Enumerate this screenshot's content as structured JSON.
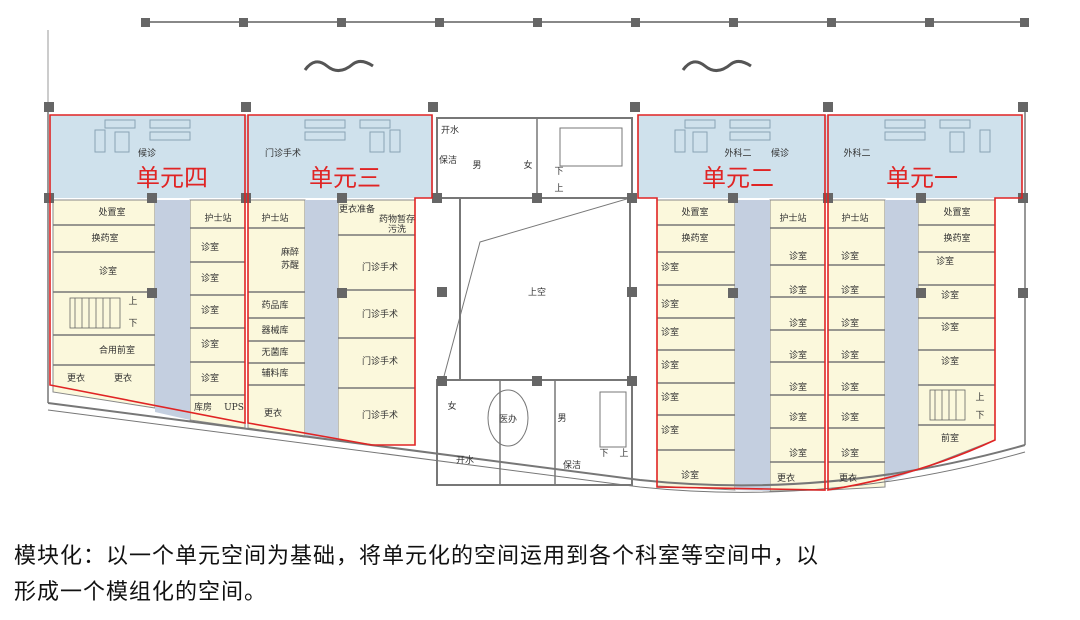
{
  "plan": {
    "units": [
      "单元四",
      "单元三",
      "单元二",
      "单元一"
    ],
    "rooms": {
      "treatment": "处置室",
      "dressing": "换药室",
      "clinic": "诊室",
      "nurse_station": "护士站",
      "shared_anteroom": "合用前室",
      "changing": "更衣",
      "storage": "库房",
      "ups": "UPS",
      "anesthesia": "麻醉",
      "recovery": "苏醒",
      "pharmacy": "药品库",
      "instruments": "器械库",
      "sterile": "无菌库",
      "supplies": "辅料库",
      "change_prep": "更衣准备",
      "drug_holding": "药物暂存",
      "dirty_wash": "污洗",
      "outpatient_surgery": "门诊手术",
      "boiling_water": "开水",
      "cleaning": "保洁",
      "male": "男",
      "female": "女",
      "up": "上",
      "down": "下",
      "void": "上空",
      "doctor_office": "医办",
      "anteroom": "前室",
      "waiting": "候诊",
      "surgery_2": "外科二"
    }
  },
  "caption": {
    "line1": "模块化：以一个单元空间为基础，将单元化的空间运用到各个科室等空间中，以",
    "line2": "形成一个模组化的空间。"
  },
  "colors": {
    "unit_outline": "#e02424",
    "waiting_zone": "#cfe1ec",
    "room_fill": "#fbf8dc",
    "corridor": "#c4cfe0"
  }
}
